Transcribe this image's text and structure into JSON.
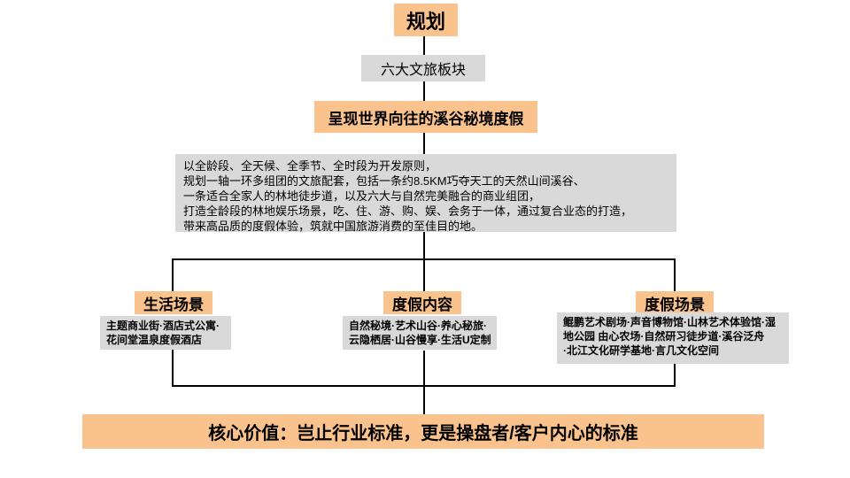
{
  "colors": {
    "accent_orange": "#FAC28C",
    "box_gray": "#D9D9D9",
    "line_black": "#000000",
    "background": "#FFFFFF",
    "text": "#000000"
  },
  "root": {
    "title": "规划"
  },
  "level2": {
    "label": "六大文旅板块"
  },
  "level3": {
    "label": "呈现世界向往的溪谷秘境度假"
  },
  "overview": {
    "lines": [
      "以全龄段、全天候、全季节、全时段为开发原则，",
      "规划一轴一环多组团的文旅配套，包括一条约8.5KM巧夺天工的天然山间溪谷、",
      "一条适合全家人的林地徒步道，以及六大与自然完美融合的商业组团，",
      "打造全龄段的林地娱乐场景，吃、住、游、购、娱、会务于一体，通过复合业态的打造，",
      "带来高品质的度假体验，筑就中国旅游消费的至佳目的地。"
    ]
  },
  "branches": [
    {
      "label": "生活场景",
      "desc_lines": [
        "主题商业街·酒店式公寓·",
        "花间堂温泉度假酒店"
      ]
    },
    {
      "label": "度假内容",
      "desc_lines": [
        "自然秘境·艺术山谷·养心秘旅·",
        "云隐栖居·山谷慢享·生活U定制"
      ]
    },
    {
      "label": "度假场景",
      "desc_lines": [
        "鲲鹏艺术剧场·声音博物馆·山林艺术体验馆·湿",
        "地公园 由心农场·自然研习徒步道·溪谷泛舟",
        "·北江文化研学基地·言几文化空间"
      ]
    }
  ],
  "footer": {
    "label": "核心价值：岂止行业标准，更是操盘者/客户内心的标准"
  }
}
